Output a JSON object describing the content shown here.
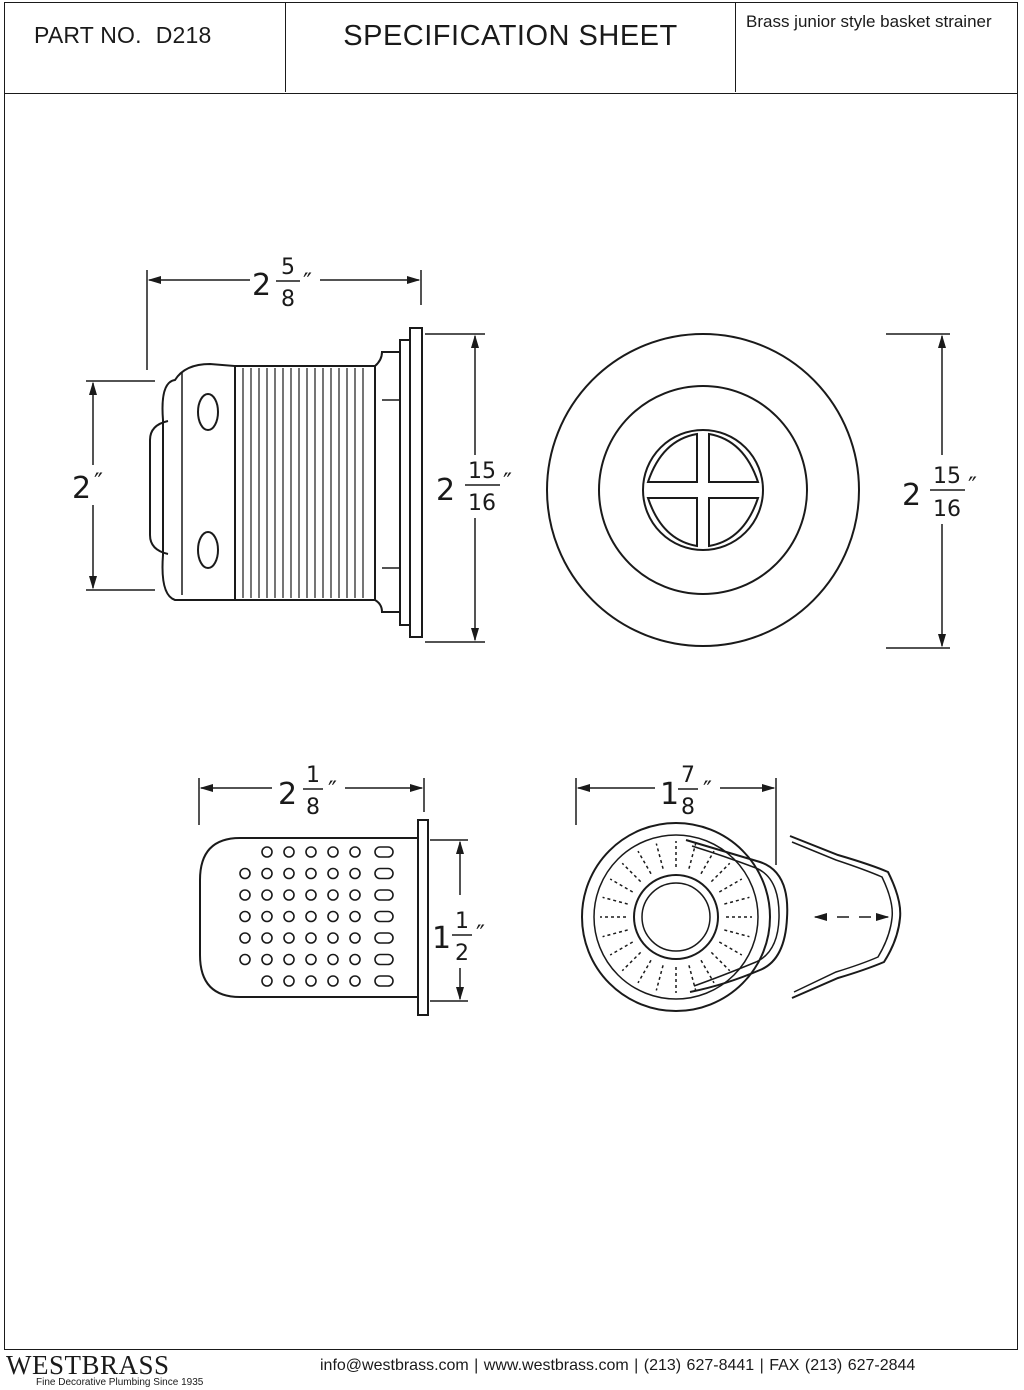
{
  "header": {
    "part_label": "PART NO.",
    "part_number": "D218",
    "title": "SPECIFICATION SHEET",
    "description": "Brass junior style basket strainer"
  },
  "dimensions": {
    "top_width": {
      "whole": "2",
      "num": "5",
      "den": "8",
      "unit": "″"
    },
    "side_height": {
      "whole": "2",
      "num": "",
      "den": "",
      "unit": "″"
    },
    "flange_height": {
      "whole": "2",
      "num": "15",
      "den": "16",
      "unit": "″"
    },
    "top_view_diameter": {
      "whole": "2",
      "num": "15",
      "den": "16",
      "unit": "″"
    },
    "basket_length": {
      "whole": "2",
      "num": "1",
      "den": "8",
      "unit": "″"
    },
    "basket_height": {
      "whole": "1",
      "num": "1",
      "den": "2",
      "unit": "″"
    },
    "basket_diameter": {
      "whole": "1",
      "num": "7",
      "den": "8",
      "unit": "″"
    }
  },
  "footer": {
    "brand": "WESTBRASS",
    "tagline": "Fine Decorative Plumbing Since 1935",
    "contact": "info@westbrass.com |  www.westbrass.com    |   (213) 627-8441   |   FAX (213) 627-2844"
  }
}
